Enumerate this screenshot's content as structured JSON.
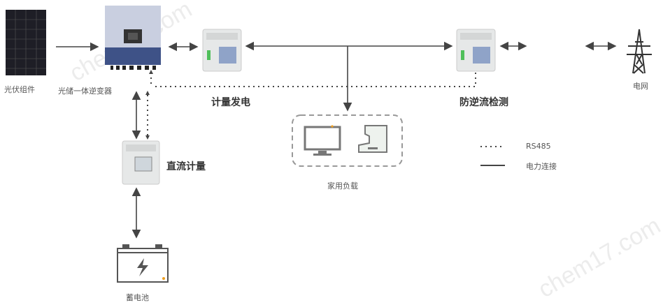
{
  "labels": {
    "pv": "光伏组件",
    "inverter": "光储一体逆变器",
    "gen_meter": "计量发电",
    "anti_backflow": "防逆流检测",
    "grid": "电网",
    "dc_meter": "直流计量",
    "battery": "蓄电池",
    "household_load": "家用负载"
  },
  "legend": [
    {
      "style": "dotted",
      "label": "RS485"
    },
    {
      "style": "solid",
      "label": "电力连接"
    }
  ],
  "watermark": "chem17.com",
  "colors": {
    "line": "#444444",
    "inverter_top": "#c9cfe0",
    "inverter_bottom": "#3e5287",
    "meter_screen": "#8fa3c8",
    "accent": "#f0a020"
  }
}
